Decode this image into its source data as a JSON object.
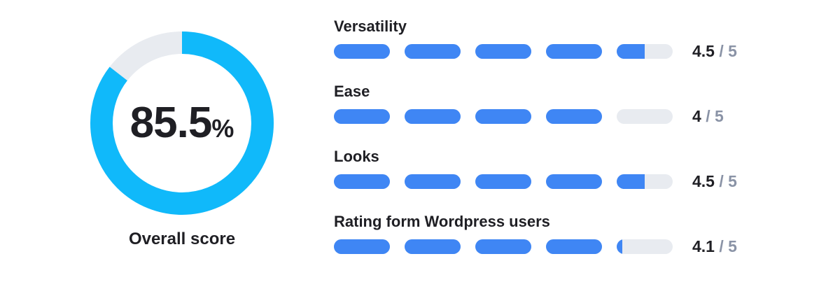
{
  "overall": {
    "score_value": "85.5",
    "score_unit": "%",
    "fraction": 0.855,
    "label": "Overall score",
    "ring_color": "#10b9fa",
    "track_color": "#e8ebf0"
  },
  "colors": {
    "bar_fill": "#3f86f4",
    "bar_track": "#e8ebf0",
    "text_primary": "#1f1f24",
    "text_muted": "#8a93a6"
  },
  "ratings": [
    {
      "title": "Versatility",
      "value": 4.5,
      "value_text": "4.5",
      "separator": "/",
      "max": 5,
      "max_text": "5"
    },
    {
      "title": "Ease",
      "value": 4,
      "value_text": "4",
      "separator": "/",
      "max": 5,
      "max_text": "5"
    },
    {
      "title": "Looks",
      "value": 4.5,
      "value_text": "4.5",
      "separator": "/",
      "max": 5,
      "max_text": "5"
    },
    {
      "title": "Rating form Wordpress users",
      "value": 4.1,
      "value_text": "4.1",
      "separator": "/",
      "max": 5,
      "max_text": "5"
    }
  ]
}
